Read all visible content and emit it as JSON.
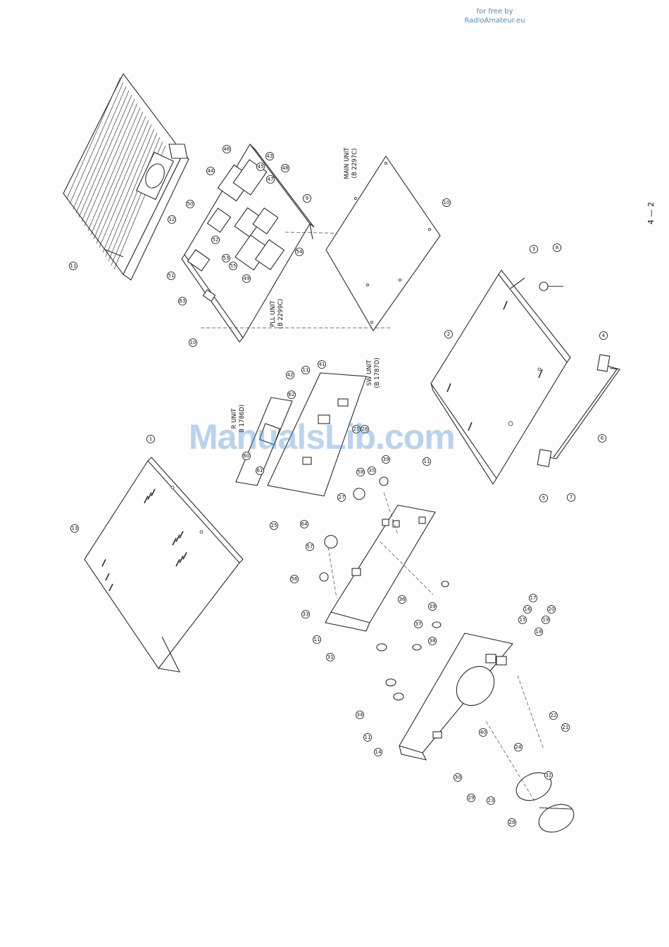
{
  "header": {
    "credit_line1": "for free by",
    "credit_line2": "RadioAmateur.eu"
  },
  "watermark": "ManualsLib.com",
  "page_number": "4 — 2",
  "units": [
    {
      "name": "MAIN UNIT",
      "code": "(B 2297C)"
    },
    {
      "name": "PLL UNIT",
      "code": "(B 2299C)"
    },
    {
      "name": "SW UNIT",
      "code": "(B 1787D)"
    },
    {
      "name": "R UNIT",
      "code": "B 1786D)"
    }
  ],
  "callouts": [
    {
      "id": "c1",
      "n": "1"
    },
    {
      "id": "c2",
      "n": "2"
    },
    {
      "id": "c3",
      "n": "3"
    },
    {
      "id": "c4",
      "n": "4"
    },
    {
      "id": "c5",
      "n": "5"
    },
    {
      "id": "c6",
      "n": "6"
    },
    {
      "id": "c7",
      "n": "7"
    },
    {
      "id": "c8",
      "n": "8"
    },
    {
      "id": "c9",
      "n": "9"
    },
    {
      "id": "c10a",
      "n": "10"
    },
    {
      "id": "c10b",
      "n": "10"
    },
    {
      "id": "c11a",
      "n": "11"
    },
    {
      "id": "c11b",
      "n": "11"
    },
    {
      "id": "c11c",
      "n": "11"
    },
    {
      "id": "c11d",
      "n": "11"
    },
    {
      "id": "c11e",
      "n": "11"
    },
    {
      "id": "c12",
      "n": "12"
    },
    {
      "id": "c13",
      "n": "13"
    },
    {
      "id": "c14",
      "n": "14"
    },
    {
      "id": "c15",
      "n": "15"
    },
    {
      "id": "c16",
      "n": "16"
    },
    {
      "id": "c17",
      "n": "17"
    },
    {
      "id": "c18",
      "n": "18"
    },
    {
      "id": "c19",
      "n": "19"
    },
    {
      "id": "c20",
      "n": "20"
    },
    {
      "id": "c21",
      "n": "21"
    },
    {
      "id": "c22",
      "n": "22"
    },
    {
      "id": "c23",
      "n": "23"
    },
    {
      "id": "c24",
      "n": "24"
    },
    {
      "id": "c25a",
      "n": "25"
    },
    {
      "id": "c25b",
      "n": "25"
    },
    {
      "id": "c26",
      "n": "26"
    },
    {
      "id": "c27",
      "n": "27"
    },
    {
      "id": "c28",
      "n": "28"
    },
    {
      "id": "c29",
      "n": "29"
    },
    {
      "id": "c30",
      "n": "30"
    },
    {
      "id": "c31",
      "n": "31"
    },
    {
      "id": "c32",
      "n": "32"
    },
    {
      "id": "c33",
      "n": "33"
    },
    {
      "id": "c34",
      "n": "34"
    },
    {
      "id": "c35",
      "n": "35"
    },
    {
      "id": "c36",
      "n": "36"
    },
    {
      "id": "c37",
      "n": "37"
    },
    {
      "id": "c38",
      "n": "38"
    },
    {
      "id": "c39a",
      "n": "39"
    },
    {
      "id": "c39b",
      "n": "39"
    },
    {
      "id": "c40",
      "n": "40"
    },
    {
      "id": "c41",
      "n": "41"
    },
    {
      "id": "c42",
      "n": "42"
    },
    {
      "id": "c43",
      "n": "43"
    },
    {
      "id": "c44",
      "n": "44"
    },
    {
      "id": "c45",
      "n": "45"
    },
    {
      "id": "c46",
      "n": "46"
    },
    {
      "id": "c47",
      "n": "47"
    },
    {
      "id": "c48",
      "n": "48"
    },
    {
      "id": "c49",
      "n": "49"
    },
    {
      "id": "c50",
      "n": "50"
    },
    {
      "id": "c51",
      "n": "51"
    },
    {
      "id": "c52",
      "n": "52"
    },
    {
      "id": "c53",
      "n": "53"
    },
    {
      "id": "c54",
      "n": "54"
    },
    {
      "id": "c55",
      "n": "55"
    },
    {
      "id": "c56",
      "n": "56"
    },
    {
      "id": "c57",
      "n": "57"
    },
    {
      "id": "c58",
      "n": "58"
    },
    {
      "id": "c60",
      "n": "60"
    },
    {
      "id": "c61",
      "n": "61"
    },
    {
      "id": "c62",
      "n": "62"
    },
    {
      "id": "c63",
      "n": "63"
    },
    {
      "id": "c64",
      "n": "64"
    }
  ]
}
